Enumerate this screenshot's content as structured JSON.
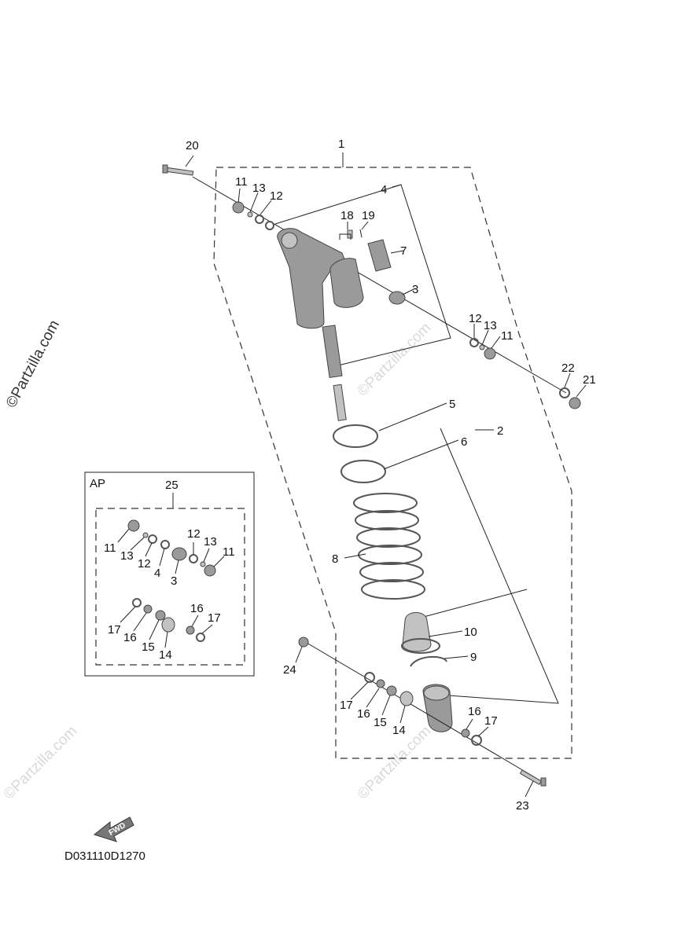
{
  "diagram": {
    "code": "D031110D1270",
    "watermark": "©Partzilla.com",
    "inset_title": "AP",
    "fwd_label": "FWD",
    "callouts": {
      "n1": "1",
      "n2": "2",
      "n3": "3",
      "n4": "4",
      "n5": "5",
      "n6": "6",
      "n7": "7",
      "n8": "8",
      "n9": "9",
      "n10": "10",
      "n11a": "11",
      "n11b": "11",
      "n12a": "12",
      "n12b": "12",
      "n13a": "13",
      "n13b": "13",
      "n14": "14",
      "n15": "15",
      "n16a": "16",
      "n16b": "16",
      "n17a": "17",
      "n17b": "17",
      "n18": "18",
      "n19": "19",
      "n20": "20",
      "n21": "21",
      "n22": "22",
      "n23": "23",
      "n24": "24"
    },
    "inset_callouts": {
      "n25": "25",
      "n11a": "11",
      "n13a": "13",
      "n12a": "12",
      "n4": "4",
      "n3": "3",
      "n12b": "12",
      "n13b": "13",
      "n11b": "11",
      "n17a": "17",
      "n16a": "16",
      "n15": "15",
      "n14": "14",
      "n16b": "16",
      "n17b": "17"
    }
  }
}
